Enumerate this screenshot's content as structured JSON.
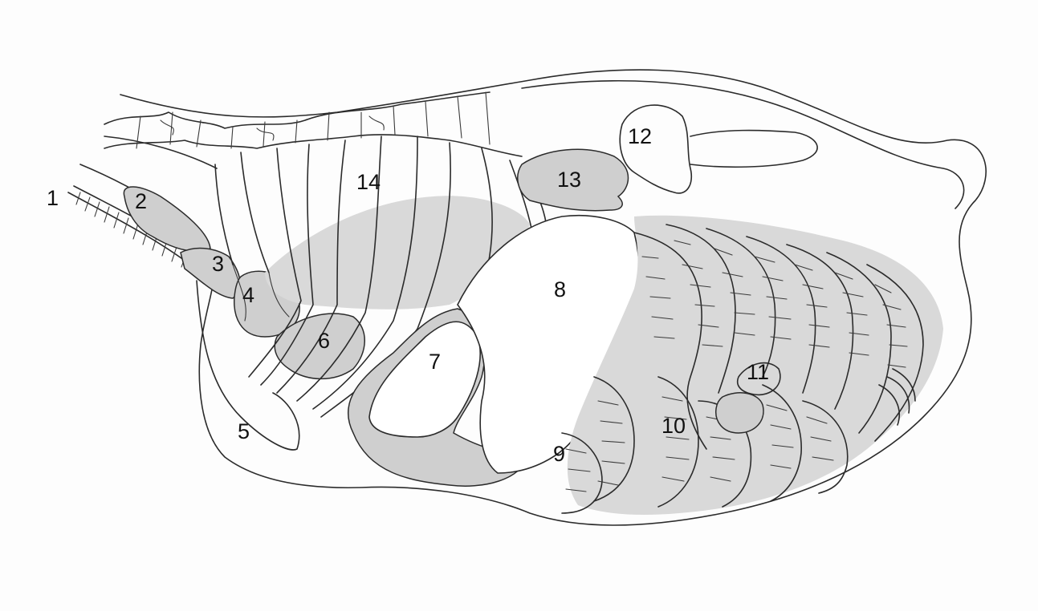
{
  "labels": {
    "l1": "1",
    "l2": "2",
    "l3": "3",
    "l4": "4",
    "l5": "5",
    "l6": "6",
    "l7": "7",
    "l8": "8",
    "l9": "9",
    "l10": "10",
    "l11": "11",
    "l12": "12",
    "l13": "13",
    "l14": "14"
  },
  "colors": {
    "outline": "#2b2b2b",
    "shading": "#cfcfcf",
    "background": "#fdfdfd"
  }
}
